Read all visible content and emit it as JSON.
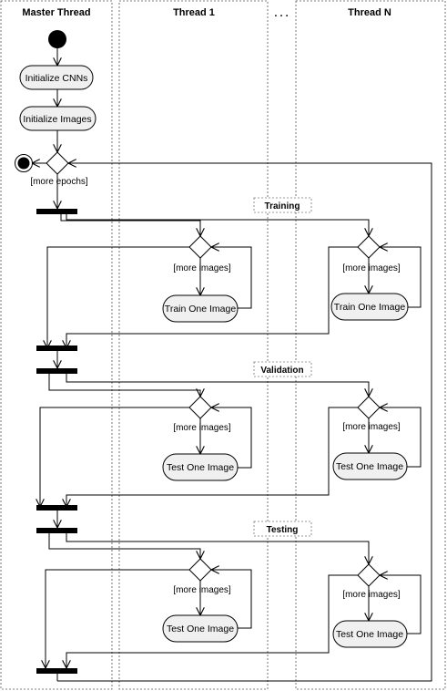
{
  "lanes": {
    "master": "Master Thread",
    "thread1": "Thread 1",
    "ellipsis": ". . .",
    "threadN": "Thread N"
  },
  "actions": {
    "init_cnns": "Initialize CNNs",
    "init_images": "Initialize Images",
    "train_one": "Train One Image",
    "test_one": "Test One Image"
  },
  "guards": {
    "more_epochs": "[more epochs]",
    "more_images": "[more images]"
  },
  "sections": {
    "training": "Training",
    "validation": "Validation",
    "testing": "Testing"
  }
}
